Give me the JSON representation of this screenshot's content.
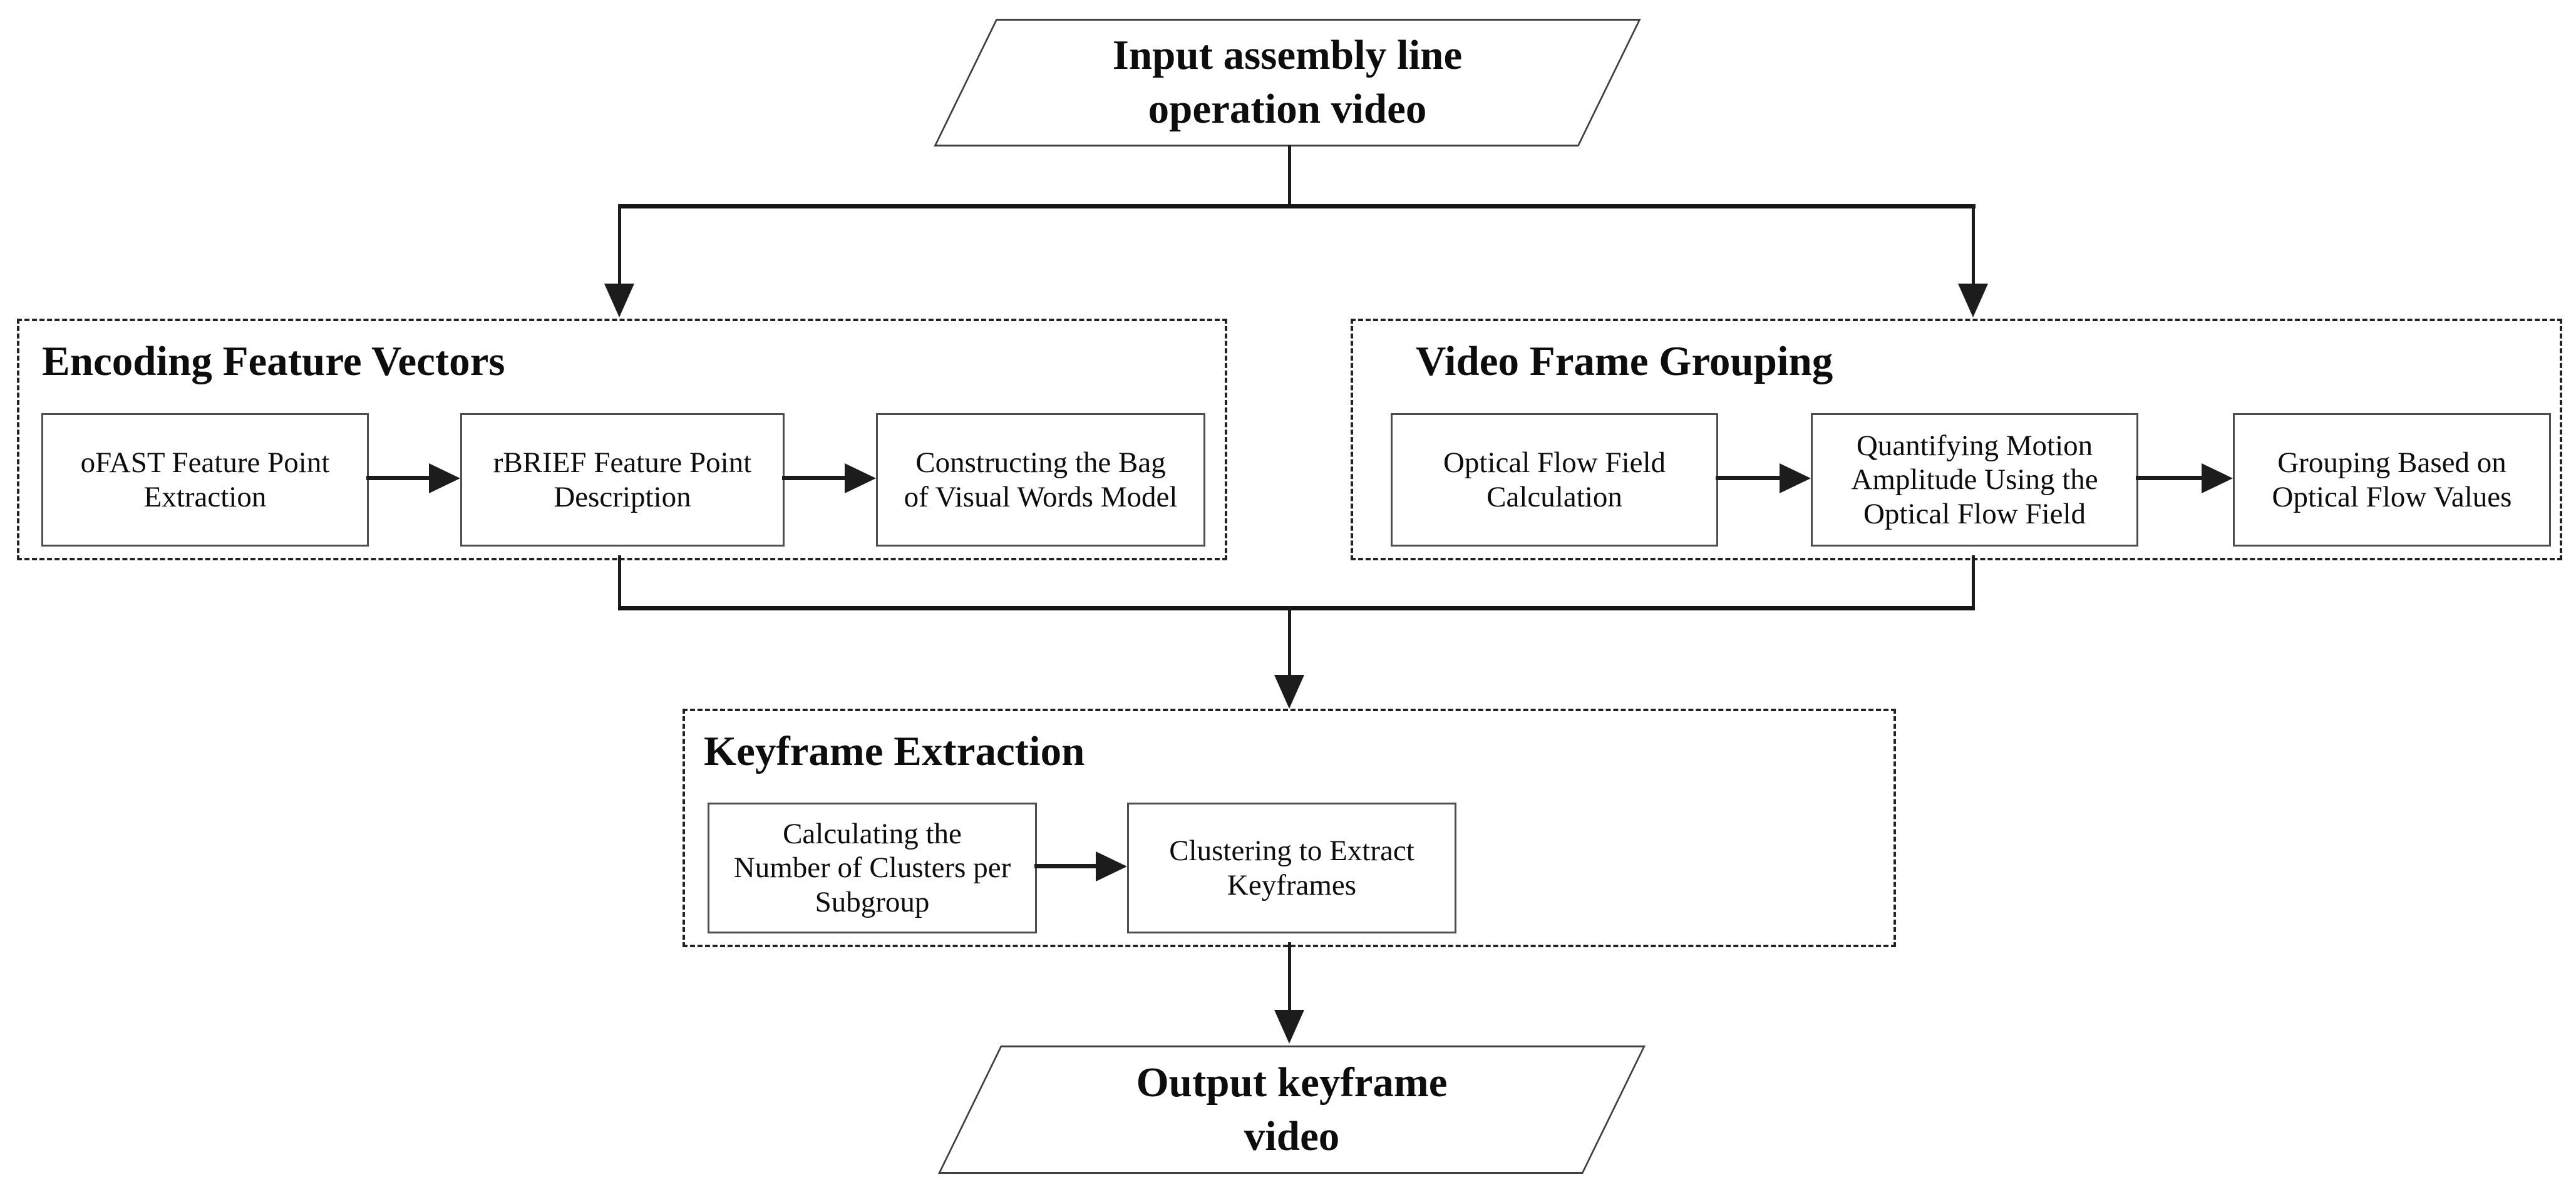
{
  "flowchart": {
    "input_node": {
      "label": "Input assembly line\noperation video"
    },
    "encoding_group": {
      "title": "Encoding Feature Vectors",
      "steps": [
        "oFAST Feature Point\nExtraction",
        "rBRIEF Feature Point\nDescription",
        "Constructing the Bag\nof Visual Words Model"
      ]
    },
    "grouping_group": {
      "title": "Video Frame Grouping",
      "steps": [
        "Optical Flow Field\nCalculation",
        "Quantifying Motion\nAmplitude Using the\nOptical Flow Field",
        "Grouping Based on\nOptical Flow Values"
      ]
    },
    "keyframe_group": {
      "title": "Keyframe Extraction",
      "steps": [
        "Calculating the\nNumber of Clusters per\nSubgroup",
        "Clustering to Extract\nKeyframes"
      ]
    },
    "output_node": {
      "label": "Output keyframe\nvideo"
    },
    "colors": {
      "line": "#1c1c1c",
      "box_border": "#4d4d4d",
      "dashed_border": "#222222",
      "text": "#0d0d0d",
      "background": "#ffffff"
    }
  }
}
